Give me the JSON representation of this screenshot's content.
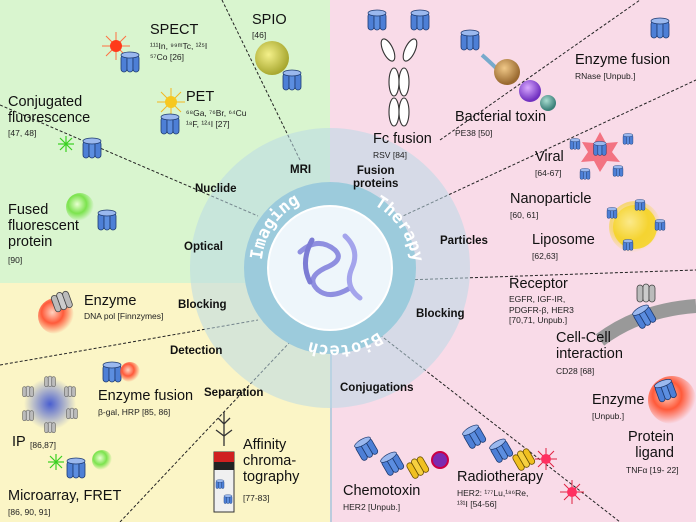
{
  "ring_labels": {
    "imaging": "Imaging",
    "therapy": "Therapy",
    "biotech": "Biotech"
  },
  "categories": {
    "mri": "MRI",
    "nuclide": "Nuclide",
    "optical": "Optical",
    "fusion_proteins": "Fusion\nproteins",
    "particles": "Particles",
    "blocking_therapy": "Blocking",
    "conjugations": "Conjugations",
    "blocking_biotech": "Blocking",
    "detection": "Detection",
    "separation": "Separation"
  },
  "imaging": {
    "spect": {
      "title": "SPECT",
      "ref": "¹¹¹In, ⁹⁹ᵐTc, ¹²⁵I\n⁵⁷Co [26]"
    },
    "pet": {
      "title": "PET",
      "ref": "⁶⁸Ga, ⁷⁶Br, ⁶⁴Cu\n¹⁸F, ¹²⁴I [27]"
    },
    "spio": {
      "title": "SPIO",
      "ref": "[46]"
    },
    "conjugated": {
      "title": "Conjugated\nfluorescence",
      "ref": "[47, 48]"
    },
    "fused": {
      "title": "Fused\nfluorescent\nprotein",
      "ref": "[90]"
    }
  },
  "therapy": {
    "fc": {
      "title": "Fc fusion",
      "ref": "RSV [84]"
    },
    "toxin": {
      "title": "Bacterial toxin",
      "ref": "PE38 [50]"
    },
    "enzyme_fusion": {
      "title": "Enzyme fusion",
      "ref": "RNase [Unpub.]"
    },
    "viral": {
      "title": "Viral",
      "ref": "[64-67]"
    },
    "nanoparticle": {
      "title": "Nanoparticle",
      "ref": "[60, 61]"
    },
    "liposome": {
      "title": "Liposome",
      "ref": "[62,63]"
    },
    "receptor": {
      "title": "Receptor",
      "ref": "EGFR, IGF-IR,\nPDGFR-β, HER3\n[70,71, Unpub.]"
    },
    "cellcell": {
      "title": "Cell-Cell\ninteraction",
      "ref": "CD28 [68]"
    },
    "enzyme": {
      "title": "Enzyme",
      "ref": "[Unpub.]"
    },
    "ligand": {
      "title": "Protein\nligand",
      "ref": "TNFα [19- 22]"
    },
    "chemotoxin": {
      "title": "Chemotoxin",
      "ref": "HER2 [Unpub.]"
    },
    "radio": {
      "title": "Radiotherapy",
      "ref": "HER2: ¹⁷⁷Lu,¹⁸⁶Re,\n¹³¹I [54-56]"
    }
  },
  "biotech": {
    "enzyme": {
      "title": "Enzyme",
      "ref": "DNA pol [Finnzymes]"
    },
    "enzyme_fusion": {
      "title": "Enzyme fusion",
      "ref": "β-gal, HRP [85, 86]"
    },
    "ip": {
      "title": "IP",
      "ref": "[86,87]"
    },
    "microarray": {
      "title": "Microarray, FRET",
      "ref": "[86, 90, 91]"
    },
    "affinity": {
      "title": "Affinity\nchroma-\ntography",
      "ref": "[77-83]"
    }
  },
  "colors": {
    "imaging_bg": "#d9f5cf",
    "therapy_bg": "#f9dbe8",
    "biotech_bg": "#fbf5c6",
    "ring": "#b9d9e6",
    "center": "#eef6fb",
    "affibody": "#4d7fd6"
  }
}
